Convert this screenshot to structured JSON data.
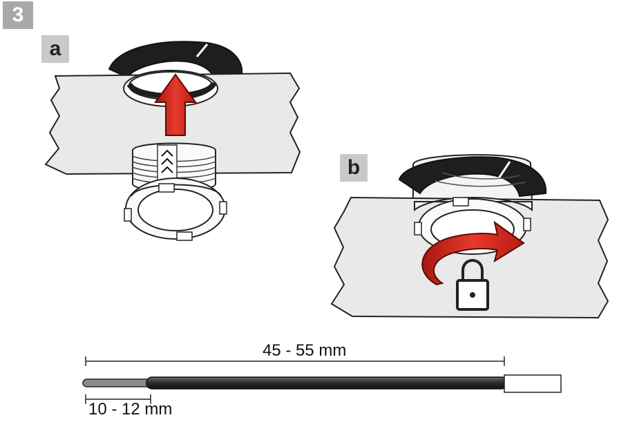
{
  "step": "3",
  "panels": {
    "a_label": "a",
    "b_label": "b"
  },
  "dimensions": {
    "total_length": "45 - 55 mm",
    "strip_length": "10 - 12 mm"
  },
  "icons": {
    "push_arrow": "arrow-up-icon",
    "rotate_arrow": "rotate-arrow-icon",
    "lock": "padlock-icon"
  },
  "colors": {
    "arrow_red": "#d42b21",
    "ring_black": "#1e1e1e",
    "panel_gray": "#e9e9e9",
    "badge_gray": "#c9c9c9"
  }
}
